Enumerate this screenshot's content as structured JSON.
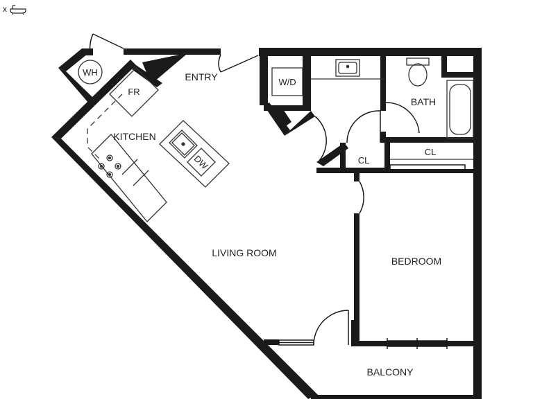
{
  "corner": {
    "prefix": "x",
    "icon": "bathtub-icon"
  },
  "rooms": {
    "entry": "ENTRY",
    "kitchen": "KITCHEN",
    "living_room": "LIVING ROOM",
    "bath": "BATH",
    "bedroom": "BEDROOM",
    "balcony": "BALCONY"
  },
  "fixtures": {
    "water_heater": "WH",
    "fridge": "FR",
    "dishwasher": "DW",
    "washer_dryer": "W/D",
    "closet_hall": "CL",
    "closet_bedroom": "CL"
  },
  "colors": {
    "wall": "#1a1a1a",
    "fixture": "#333333",
    "background": "#ffffff"
  }
}
